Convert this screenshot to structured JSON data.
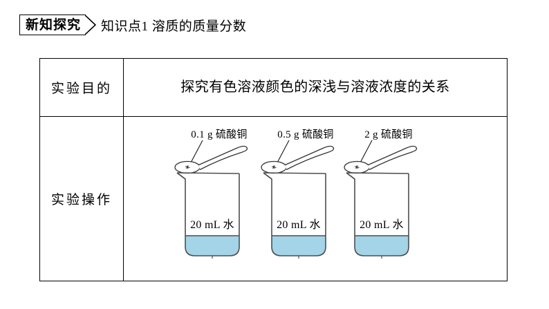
{
  "header": {
    "badge_label": "新知探究",
    "breadcrumb_title": "知识点1 溶质的质量分数"
  },
  "table": {
    "rows": [
      {
        "label": "实验目的",
        "content": "探究有色溶液颜色的深浅与溶液浓度的关系"
      },
      {
        "label": "实验操作",
        "content": ""
      }
    ]
  },
  "apparatus": {
    "setups": [
      {
        "solute_label": "0.1 g 硫酸铜",
        "beaker_label": "20 mL 水"
      },
      {
        "solute_label": "0.5 g 硫酸铜",
        "beaker_label": "20 mL 水"
      },
      {
        "solute_label": "2 g 硫酸铜",
        "beaker_label": "20 mL 水"
      }
    ]
  },
  "colors": {
    "liquid": "#a3d4e8",
    "liquid_stroke": "#4a4a4a",
    "outline": "#3b3b3b",
    "border": "#000000",
    "background": "#ffffff"
  }
}
